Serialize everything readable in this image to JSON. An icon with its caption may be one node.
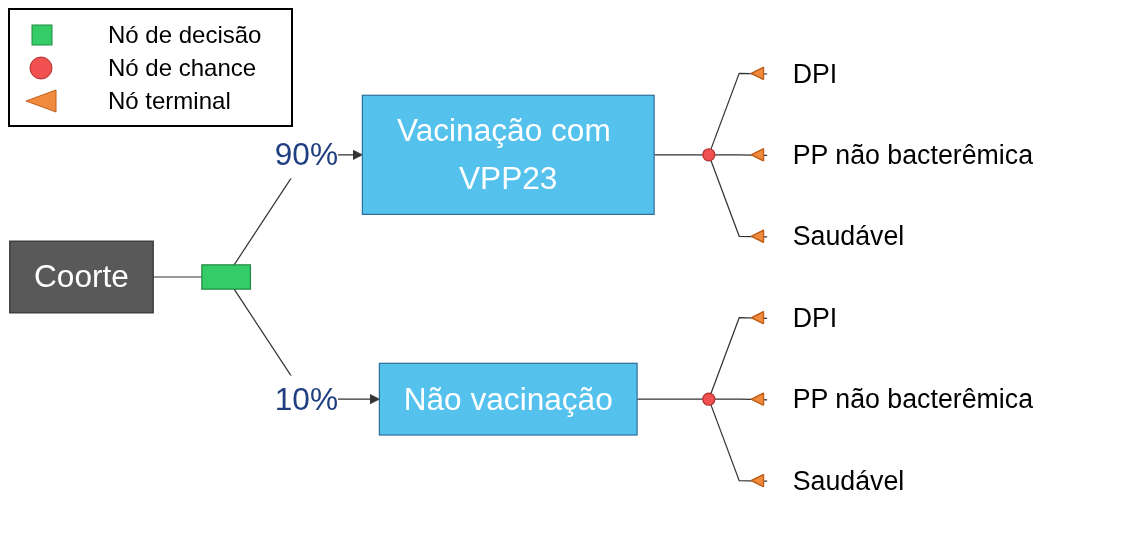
{
  "diagram": {
    "nodes": [
      {
        "text": [
          "Coorte"
        ]
      },
      {
        "text": [],
        "shape": "box"
      },
      {
        "text": [
          "Vacinação com VPP23"
        ]
      },
      {
        "text": [
          "Não vacinação"
        ]
      },
      {
        "text": [],
        "shape": "circle"
      },
      {
        "text": [],
        "shape": "circle"
      },
      {
        "text": [],
        "shape": "triangle",
        "beside": [
          "DPI"
        ]
      },
      {
        "text": [],
        "shape": "triangle",
        "beside": [
          "PP não bacterêmica"
        ]
      },
      {
        "text": [],
        "shape": "triangle",
        "beside": [
          "Saudável"
        ]
      },
      {
        "text": [],
        "shape": "triangle",
        "beside": [
          "DPI"
        ]
      },
      {
        "text": [],
        "shape": "triangle",
        "beside": [
          "PP não bacterêmica"
        ]
      },
      {
        "text": [],
        "shape": "triangle",
        "beside": [
          "Saudável"
        ]
      }
    ],
    "edges": [
      {
        "from": 0,
        "to": 1,
        "arrow": "none"
      },
      {
        "from": 1,
        "to": 2,
        "arrow": "to",
        "label": "90%"
      },
      {
        "from": 1,
        "to": 3,
        "arrow": "to",
        "label": "10%"
      },
      {
        "from": 2,
        "to": 4,
        "arrow": "none"
      },
      {
        "from": 4,
        "to": 6,
        "arrow": "none"
      },
      {
        "from": 4,
        "to": 7,
        "arrow": "none"
      },
      {
        "from": 4,
        "to": 8,
        "arrow": "none"
      },
      {
        "from": 3,
        "to": 5,
        "arrow": "none"
      },
      {
        "from": 5,
        "to": 9,
        "arrow": "none"
      },
      {
        "from": 5,
        "to": 10,
        "arrow": "none"
      },
      {
        "from": 5,
        "to": 11,
        "arrow": "none"
      }
    ],
    "legend": [
      {
        "text": "Nó de decisão"
      },
      {
        "text": "Nó de chance"
      },
      {
        "text": "Nó terminal"
      }
    ]
  }
}
